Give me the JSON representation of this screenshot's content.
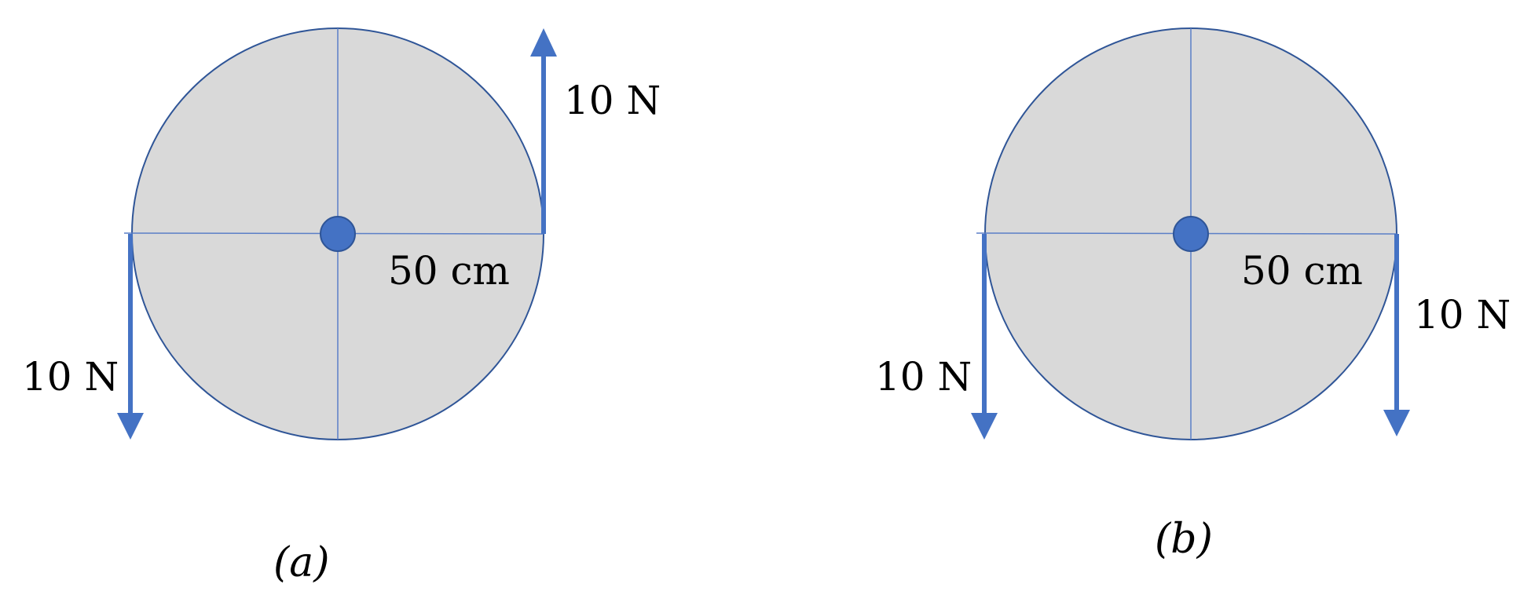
{
  "colors": {
    "disk_fill": "#d9d9d9",
    "disk_outline": "#2f5597",
    "guide_line": "#5b7fc7",
    "arrow": "#4472c4",
    "axle": "#4472c4"
  },
  "figures": [
    {
      "caption": "(a)",
      "radius_label": "50 cm",
      "forces": [
        {
          "label": "10 N",
          "side": "left",
          "direction": "down"
        },
        {
          "label": "10 N",
          "side": "right",
          "direction": "up"
        }
      ]
    },
    {
      "caption": "(b)",
      "radius_label": "50 cm",
      "forces": [
        {
          "label": "10 N",
          "side": "left",
          "direction": "down"
        },
        {
          "label": "10 N",
          "side": "right",
          "direction": "down"
        }
      ]
    }
  ]
}
